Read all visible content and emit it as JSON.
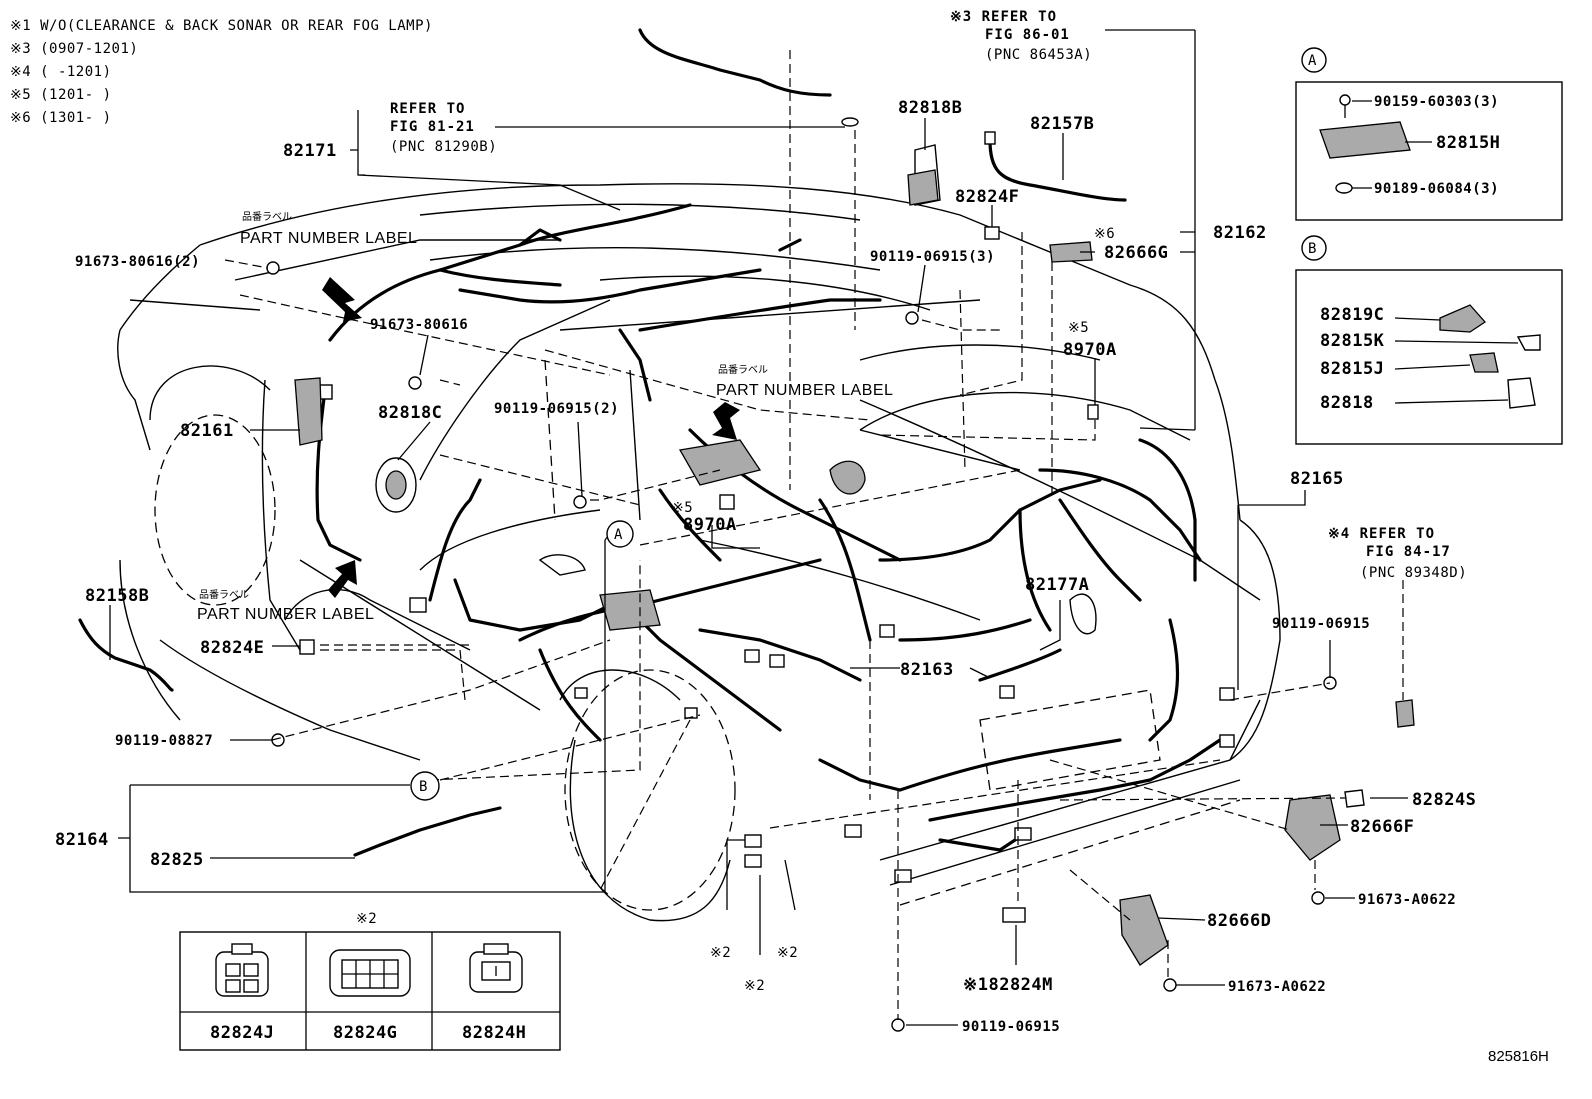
{
  "notes": [
    "※1 W/O(CLEARANCE & BACK SONAR OR REAR FOG LAMP)",
    "※3 (0907-1201)",
    "※4 (    -1201)",
    "※5 (1201-    )",
    "※6 (1301-    )"
  ],
  "refs": {
    "fig_81_21": [
      "REFER TO",
      "FIG 81-21",
      "(PNC 81290B)"
    ],
    "fig_86_01": [
      "※3 REFER TO",
      "FIG 86-01",
      "(PNC 86453A)"
    ],
    "fig_84_17": [
      "※4 REFER TO",
      "FIG 84-17",
      "(PNC 89348D)"
    ]
  },
  "part_number_label": {
    "jp": "品番ラベル",
    "en": "PART NUMBER LABEL"
  },
  "part_numbers": {
    "p82171": "82171",
    "p91673_80616_2": "91673-80616(2)",
    "p91673_80616": "91673-80616",
    "p82161": "82161",
    "p82818C": "82818C",
    "p90119_06915_2": "90119-06915(2)",
    "p82818B": "82818B",
    "p82157B": "82157B",
    "p82824F": "82824F",
    "p90119_06915_3": "90119-06915(3)",
    "p82666G": "82666G",
    "p82666G_note": "※6",
    "p82162": "82162",
    "p8970A_right": "8970A",
    "p8970A_right_note": "※5",
    "p8970A_center": "8970A",
    "p8970A_center_note": "※5",
    "p82165": "82165",
    "p90119_06915_r": "90119-06915",
    "p82177A": "82177A",
    "p82163": "82163",
    "p82158B": "82158B",
    "p82824E": "82824E",
    "p90119_08827": "90119-08827",
    "p82164": "82164",
    "p82825": "82825",
    "p82824S": "82824S",
    "p82666F": "82666F",
    "p91673_A0622_a": "91673-A0622",
    "p82666D": "82666D",
    "p91673_A0622_b": "91673-A0622",
    "p82824M": "※182824M",
    "p90119_06915_b": "90119-06915",
    "star2_a": "※2",
    "star2_b": "※2",
    "star2_c": "※2"
  },
  "callouts": {
    "A": "A",
    "B": "B"
  },
  "detail_A": {
    "label": "A",
    "items": [
      "90159-60303(3)",
      "82815H",
      "90189-06084(3)"
    ]
  },
  "detail_B": {
    "label": "B",
    "items": [
      "82819C",
      "82815K",
      "82815J",
      "82818"
    ]
  },
  "connector_table": {
    "header_note": "※2",
    "cells": [
      "82824J",
      "82824G",
      "82824H"
    ]
  },
  "figure_id": "825816H"
}
